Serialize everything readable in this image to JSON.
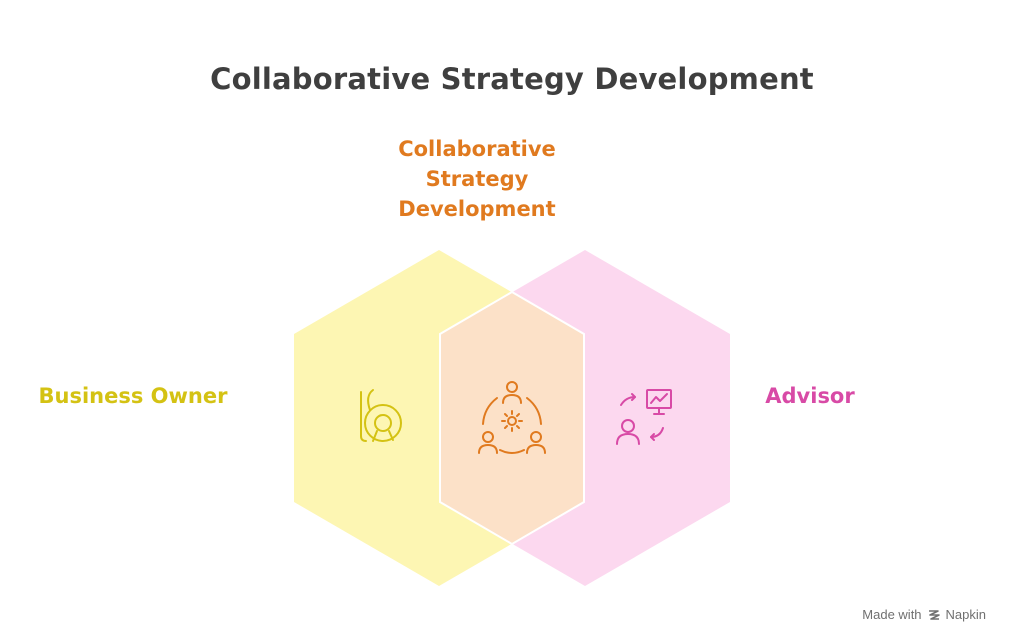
{
  "title": "Collaborative Strategy Development",
  "intersection": {
    "label_lines": [
      "Collaborative",
      "Strategy",
      "Development"
    ],
    "icon": "team-collaboration-gear-icon"
  },
  "left_set": {
    "label": "Business Owner",
    "icon": "business-logo-b-icon",
    "color": "#fdf6b3"
  },
  "right_set": {
    "label": "Advisor",
    "icon": "advisor-presentation-icon",
    "color": "#fcd8ef"
  },
  "colors": {
    "title": "#3f3f3f",
    "intersection_fill": "#fce1c8",
    "intersection_text": "#e07a1f",
    "left_text": "#d4c213",
    "right_text": "#d84aa6"
  },
  "footer": {
    "made_with": "Made with",
    "brand": "Napkin"
  }
}
